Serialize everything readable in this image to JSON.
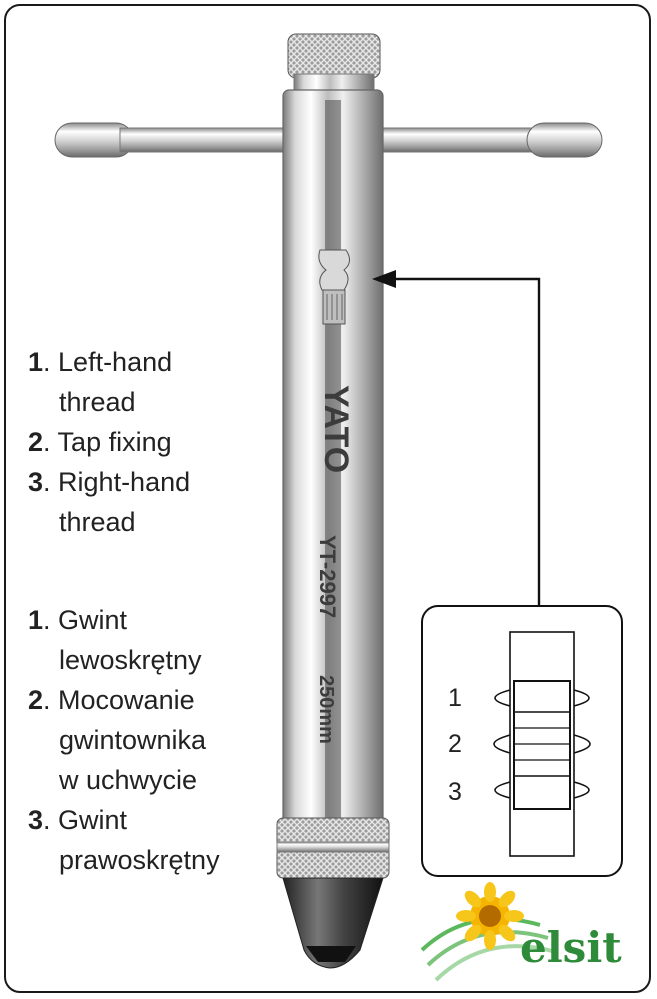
{
  "legend_en": [
    {
      "num": "1",
      "text": ". Left-hand",
      "cont": "thread"
    },
    {
      "num": "2",
      "text": ". Tap fixing",
      "cont": ""
    },
    {
      "num": "3",
      "text": ". Right-hand",
      "cont": "thread"
    }
  ],
  "legend_pl": [
    {
      "num": "1",
      "text": ". Gwint",
      "cont": "lewoskrętny"
    },
    {
      "num": "2",
      "text": ". Mocowanie",
      "cont": "gwintownika",
      "cont2": "w uchwycie"
    },
    {
      "num": "3",
      "text": ". Gwint",
      "cont": "prawoskrętny"
    }
  ],
  "tool_markings": {
    "brand": "YATO",
    "model": "YT-2997",
    "size": "250mm"
  },
  "detail": {
    "labels": [
      "1",
      "2",
      "3"
    ]
  },
  "logo": {
    "text": "elsit"
  },
  "colors": {
    "chrome_light": "#f2f2f2",
    "chrome_dark": "#8a8a8a",
    "logo_green": "#2e8b3a",
    "flower": "#f5b400"
  }
}
